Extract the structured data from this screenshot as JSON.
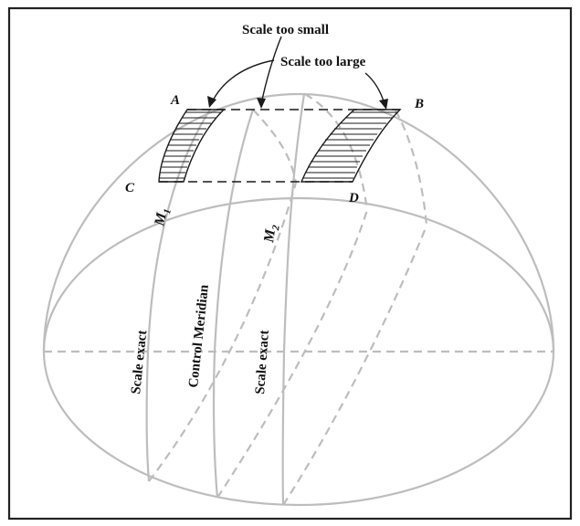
{
  "labels": {
    "scale_too_small": "Scale too small",
    "scale_too_large": "Scale too large",
    "point_a": "A",
    "point_b": "B",
    "point_c": "C",
    "point_d": "D",
    "m1_main": "M",
    "m1_sub": "1",
    "m2_main": "M",
    "m2_sub": "2",
    "scale_exact_left": "Scale exact",
    "control_meridian": "Control Meridian",
    "scale_exact_right": "Scale exact"
  },
  "colors": {
    "globe_lines": "#bdbdbd",
    "ink": "#1a1a1a",
    "frame": "#222222",
    "background": "#ffffff"
  }
}
